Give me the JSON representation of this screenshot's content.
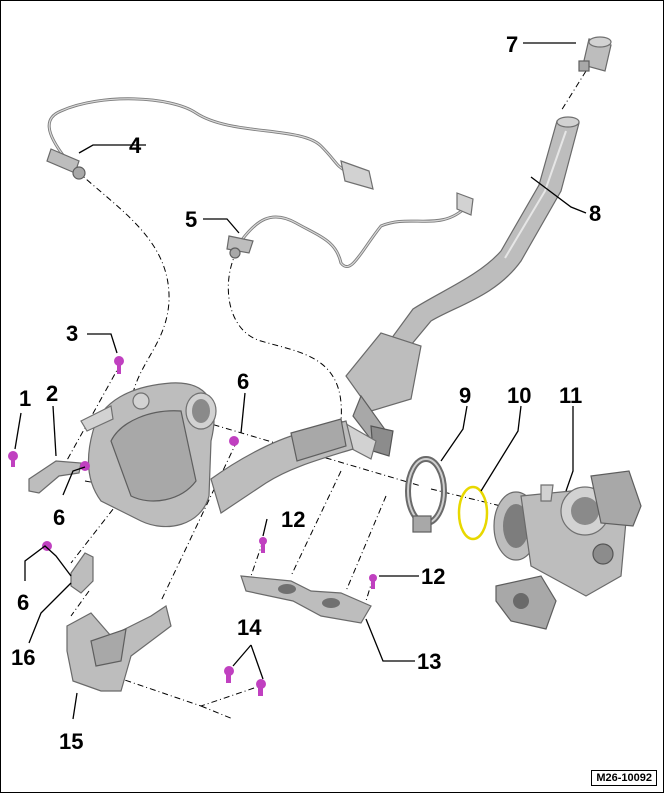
{
  "diagram": {
    "callouts": [
      "1",
      "2",
      "3",
      "4",
      "5",
      "6",
      "6",
      "6",
      "7",
      "8",
      "9",
      "10",
      "11",
      "12",
      "12",
      "13",
      "14",
      "15",
      "16"
    ]
  },
  "reference": "M26-10092",
  "colors": {
    "fastener": "#c040c0",
    "seal": "#e8d800"
  }
}
